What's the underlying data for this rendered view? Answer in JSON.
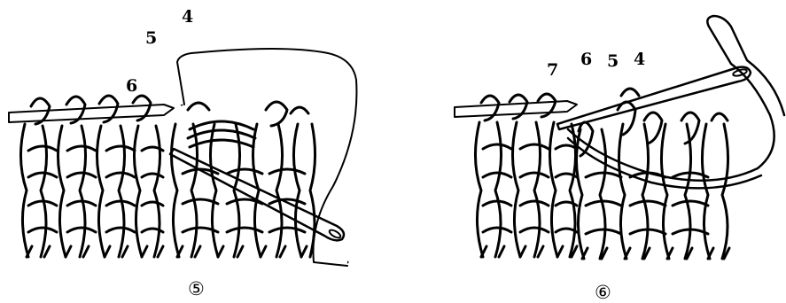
{
  "figures": [
    {
      "caption": "⑤",
      "stitch_labels": [
        "5",
        "4",
        "6"
      ]
    },
    {
      "caption": "⑥",
      "stitch_labels": [
        "7",
        "6",
        "5",
        "4"
      ]
    }
  ],
  "colors": {
    "ink": "#000000",
    "background": "#ffffff"
  }
}
